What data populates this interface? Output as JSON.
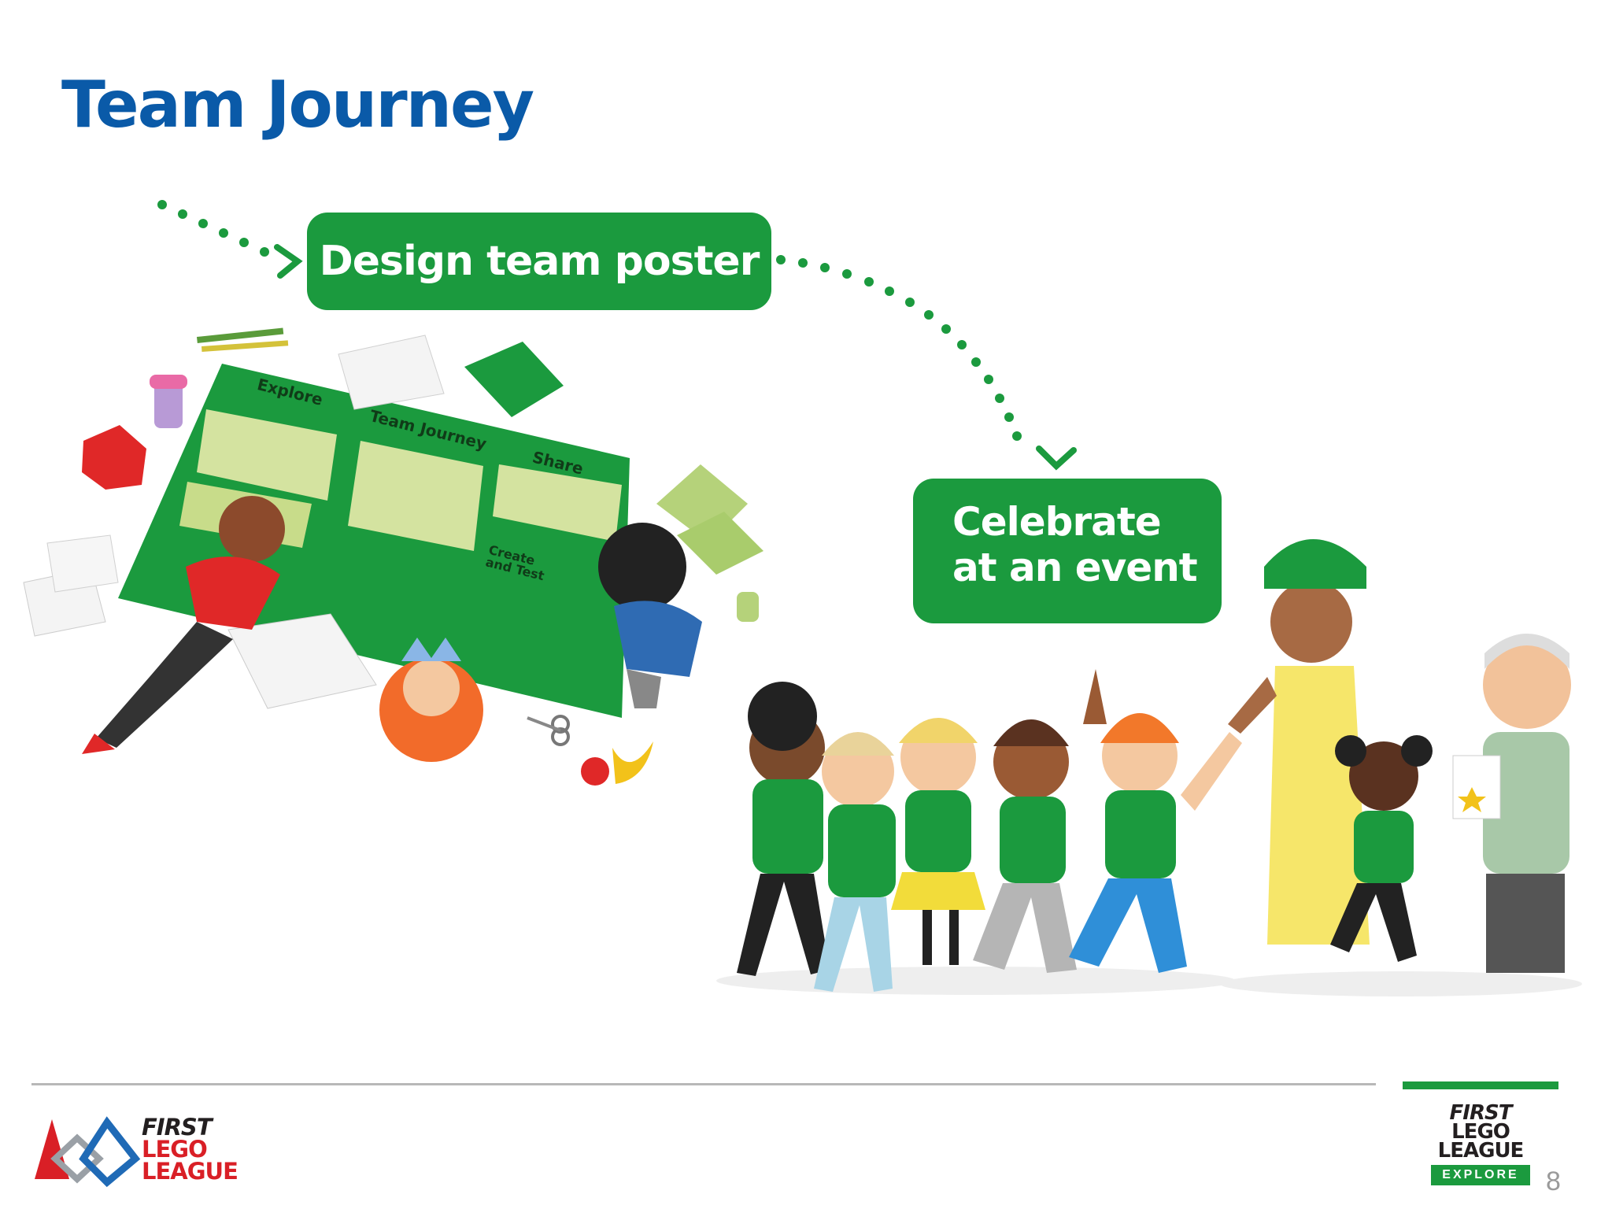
{
  "slide": {
    "title": "Team Journey",
    "steps": {
      "design_poster": "Design team poster",
      "celebrate_line1": "Celebrate",
      "celebrate_line2": "at an event"
    },
    "poster_labels": {
      "explore": "Explore",
      "team_journey": "Team Journey",
      "share": "Share",
      "create_test": "Create and Test"
    },
    "page_number": "8"
  },
  "footer": {
    "left_logo": {
      "line1": "FIRST",
      "line2": "LEGO",
      "line3": "LEAGUE"
    },
    "right_logo": {
      "line1": "FIRST",
      "line2": "LEGO",
      "line3": "LEAGUE",
      "badge": "EXPLORE"
    }
  },
  "colors": {
    "title_blue": "#0a5aa8",
    "brand_green": "#1b9a3e",
    "poster_panel": "#d4e3a0",
    "first_red": "#d91f26"
  },
  "icons": [
    "dotted-arrow-icon",
    "first-logo-icon"
  ]
}
